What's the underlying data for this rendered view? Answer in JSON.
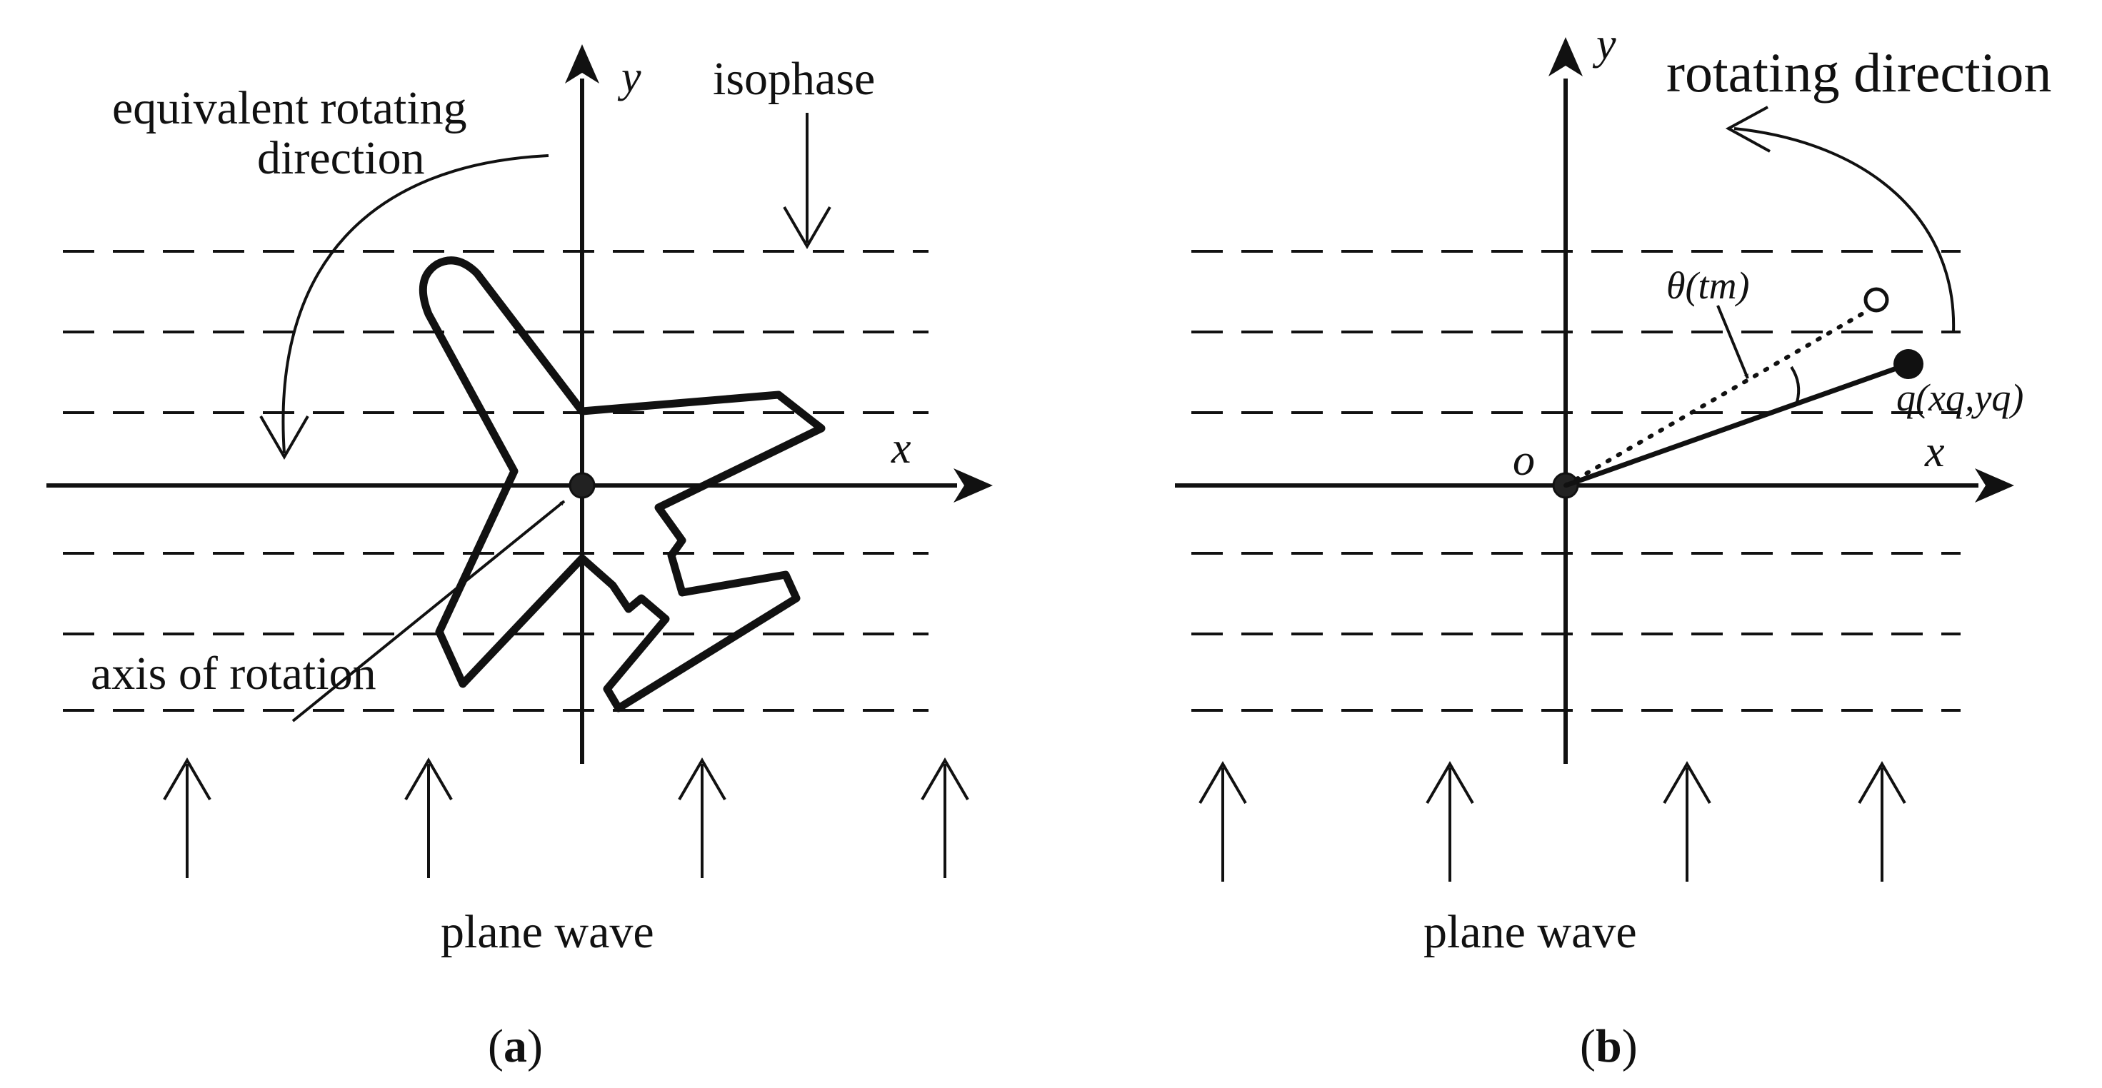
{
  "panel_a": {
    "caption_open": "(",
    "caption_letter": "a",
    "caption_close": ")",
    "label_equiv_line1": "equivalent rotating",
    "label_equiv_line2": "direction",
    "label_isophase": "isophase",
    "label_axis_rotation": "axis of rotation",
    "label_plane_wave": "plane wave",
    "axis_x": "x",
    "axis_y": "y"
  },
  "panel_b": {
    "caption_open": "(",
    "caption_letter": "b",
    "caption_close": ")",
    "label_rotating": "rotating direction",
    "label_plane_wave": "plane wave",
    "axis_x": "x",
    "axis_y": "y",
    "origin": "o",
    "theta": "θ(tm)",
    "point_q": "q(xq,yq)"
  }
}
